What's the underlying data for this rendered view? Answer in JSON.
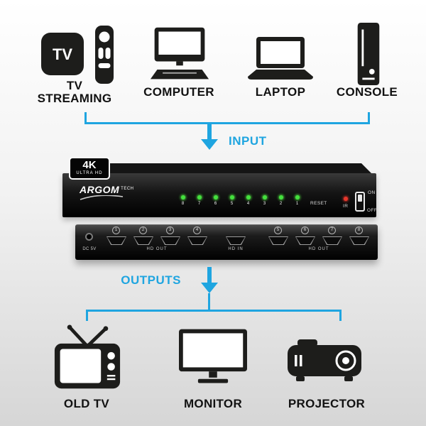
{
  "colors": {
    "accent": "#1fa5e0",
    "icon": "#1d1d1b",
    "led": "#44e13e",
    "ir": "#e8372c",
    "bg-top": "#ffffff",
    "bg-bottom": "#d6d6d6"
  },
  "input_section": {
    "label": "INPUT",
    "devices": [
      {
        "icon": "tv-streaming-icon",
        "icon_text": "TV",
        "label_line1": "TV",
        "label_line2": "STREAMING"
      },
      {
        "icon": "computer-icon",
        "label": "COMPUTER"
      },
      {
        "icon": "laptop-icon",
        "label": "LAPTOP"
      },
      {
        "icon": "console-icon",
        "label": "CONSOLE"
      }
    ]
  },
  "device": {
    "badge_main": "4K",
    "badge_sub": "ULTRA HD",
    "brand": "ARGOM",
    "brand_suffix": "TECH",
    "led_numbers": [
      "8",
      "7",
      "6",
      "5",
      "4",
      "3",
      "2",
      "1"
    ],
    "reset_label": "RESET",
    "ir_label": "IR",
    "power_on_label": "ON",
    "power_off_label": "OFF",
    "rear": {
      "dc_label": "DC 5V",
      "hd_out_left_label": "HD OUT",
      "hd_in_label": "HD IN",
      "hd_out_right_label": "HD OUT",
      "left_port_numbers": [
        "1",
        "2",
        "3",
        "4"
      ],
      "right_port_numbers": [
        "5",
        "6",
        "7",
        "8"
      ]
    }
  },
  "output_section": {
    "label": "OUTPUTS",
    "devices": [
      {
        "icon": "old-tv-icon",
        "label": "OLD TV"
      },
      {
        "icon": "monitor-icon",
        "label": "MONITOR"
      },
      {
        "icon": "projector-icon",
        "label": "PROJECTOR"
      }
    ]
  }
}
